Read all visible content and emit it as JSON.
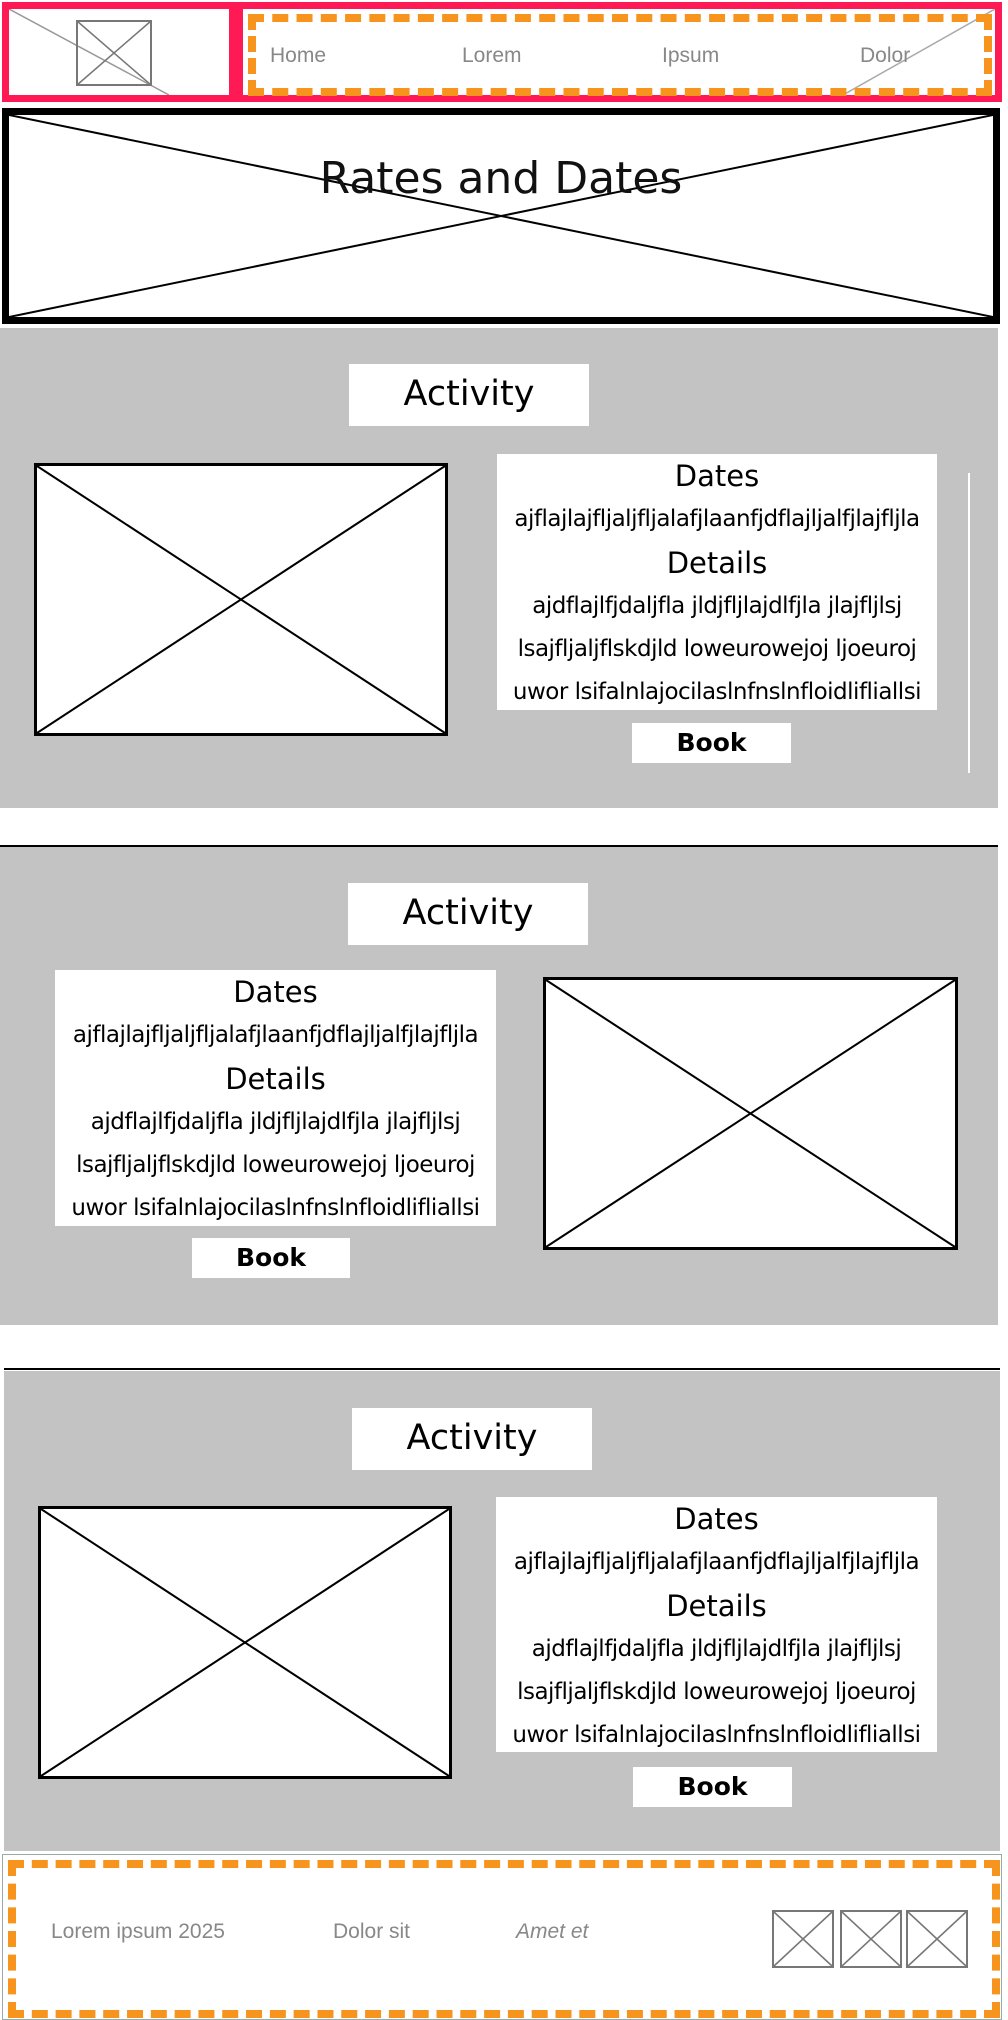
{
  "header": {
    "nav": [
      "Home",
      "Lorem",
      "Ipsum",
      "Dolor"
    ]
  },
  "hero": {
    "title": "Rates and Dates"
  },
  "activities": [
    {
      "title": "Activity",
      "dates_label": "Dates",
      "dates_text": "ajflajlajfljaljfljalafjlaanfjdflajljalfjlajfljla",
      "details_label": "Details",
      "details_lines": [
        "ajdflajlfjdaljfla jldjfljlajdlfjla jlajfljlsj",
        "lsajfljaljflskdjld loweurowejoj ljoeuroj",
        "uwor lsifalnlajocilaslnfnslnfloidlifliallsi"
      ],
      "book_label": "Book"
    },
    {
      "title": "Activity",
      "dates_label": "Dates",
      "dates_text": "ajflajlajfljaljfljalafjlaanfjdflajljalfjlajfljla",
      "details_label": "Details",
      "details_lines": [
        "ajdflajlfjdaljfla jldjfljlajdlfjla jlajfljlsj",
        "lsajfljaljflskdjld loweurowejoj ljoeuroj",
        "uwor lsifalnlajocilaslnfnslnfloidlifliallsi"
      ],
      "book_label": "Book"
    },
    {
      "title": "Activity",
      "dates_label": "Dates",
      "dates_text": "ajflajlajfljaljfljalafjlaanfjdflajljalfjlajfljla",
      "details_label": "Details",
      "details_lines": [
        "ajdflajlfjdaljfla jldjfljlajdlfjla jlajfljlsj",
        "lsajfljaljflskdjld loweurowejoj ljoeuroj",
        "uwor lsifalnlajocilaslnfnslnfloidlifliallsi"
      ],
      "book_label": "Book"
    }
  ],
  "footer": {
    "copyright": "Lorem ipsum 2025",
    "link": "Dolor sit",
    "tagline": "Amet et",
    "social_icons": [
      "image-placeholder-icon",
      "image-placeholder-icon",
      "image-placeholder-icon"
    ]
  },
  "colors": {
    "header_border": "#ff1a55",
    "dashed_accent": "#f7941d",
    "section_bg": "#c3c3c3"
  }
}
